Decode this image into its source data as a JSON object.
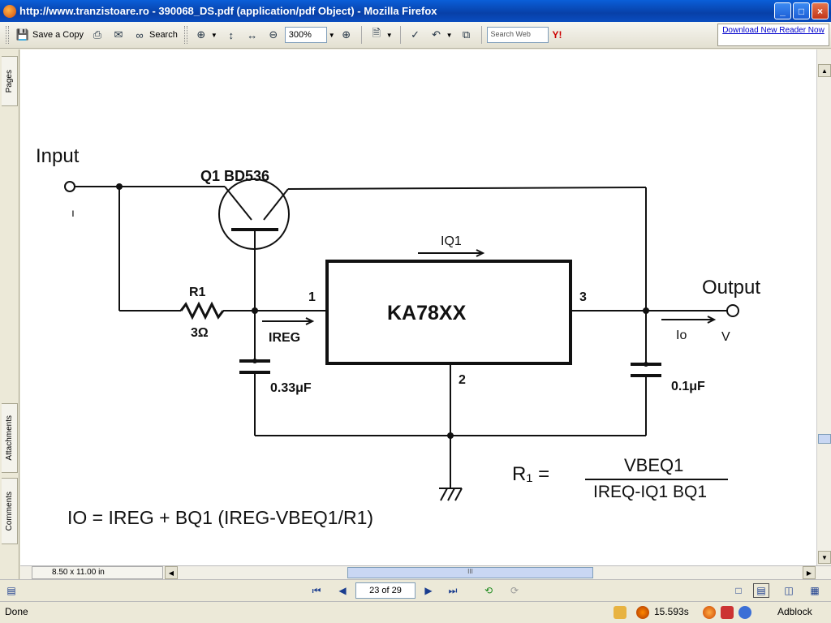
{
  "window": {
    "title": "http://www.tranzistoare.ro - 390068_DS.pdf (application/pdf Object) - Mozilla Firefox",
    "controls": {
      "minimize": "_",
      "maximize": "□",
      "close": "×"
    }
  },
  "toolbar": {
    "save_copy": "Save a Copy",
    "search": "Search",
    "zoom": "300%",
    "search_web_placeholder": "Search Web",
    "yahoo": "Y!",
    "download_reader": "Download New Reader Now"
  },
  "sidebar": {
    "tabs": [
      "Pages",
      "Attachments",
      "Comments"
    ]
  },
  "document": {
    "labels": {
      "input": "Input",
      "output": "Output",
      "q1": "Q1 BD536",
      "iq1": "IQ1",
      "r1": "R1",
      "r1_value": "3Ω",
      "ireg": "IREG",
      "ic": "KA78XX",
      "pin1": "1",
      "pin2": "2",
      "pin3": "3",
      "c1": "0.33μF",
      "c2": "0.1μF",
      "io": "Io",
      "vin_mark": "ı",
      "vout_mark": "V"
    },
    "formula_r1": {
      "lhs": "R₁ =",
      "numerator": "VBEQ1",
      "denominator": "IREQ-IQ1 BQ1"
    },
    "formula_io": "IO = IREG + BQ1 (IREG-VBEQ1/R1)"
  },
  "bottom": {
    "page_size": "8.50 x 11.00 in",
    "page_indicator": "23 of 29",
    "scroll_mark": "III"
  },
  "status": {
    "text": "Done",
    "timer": "15.593s",
    "adblock": "Adblock"
  }
}
